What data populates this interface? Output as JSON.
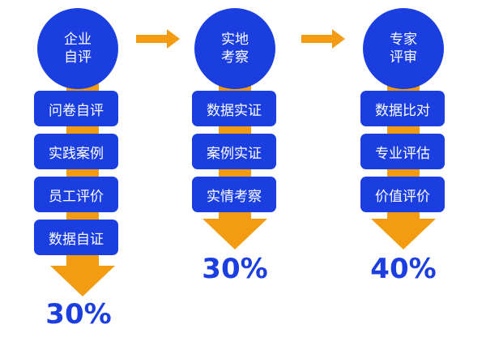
{
  "columns": [
    {
      "circle": [
        "企业",
        "自评"
      ],
      "items": [
        "问卷自评",
        "实践案例",
        "员工评价",
        "数据自证"
      ],
      "percent": "30%"
    },
    {
      "circle": [
        "实地",
        "考察"
      ],
      "items": [
        "数据实证",
        "案例实证",
        "实情考察"
      ],
      "percent": "30%"
    },
    {
      "circle": [
        "专家",
        "评审"
      ],
      "items": [
        "数据比对",
        "专业评估",
        "价值评价"
      ],
      "percent": "40%"
    }
  ],
  "colors": {
    "blue": "#1a3ee0",
    "orange": "#f39c12"
  }
}
